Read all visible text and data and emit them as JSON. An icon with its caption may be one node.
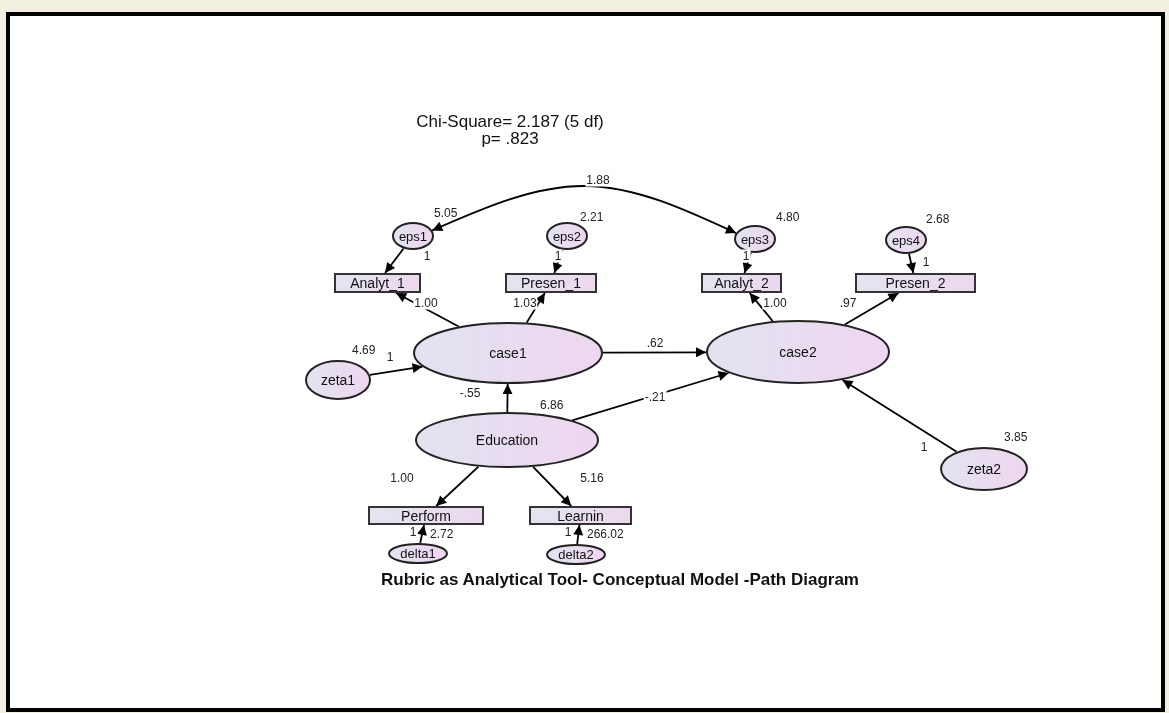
{
  "diagram": {
    "caption": "Rubric as Analytical Tool- Conceptual Model -Path Diagram",
    "nodes": [
      {
        "text": [
          "eps1"
        ],
        "beside": [
          "5.05"
        ]
      },
      {
        "text": [
          "eps2"
        ],
        "beside": [
          "2.21"
        ]
      },
      {
        "text": [
          "eps3"
        ],
        "beside": [
          "4.80"
        ]
      },
      {
        "text": [
          "eps4"
        ],
        "beside": [
          "2.68"
        ]
      },
      {
        "text": [
          "Analyt_1"
        ]
      },
      {
        "text": [
          "Presen_1"
        ]
      },
      {
        "text": [
          "Analyt_2"
        ]
      },
      {
        "text": [
          "Presen_2"
        ]
      },
      {
        "text": [
          "case1"
        ]
      },
      {
        "text": [
          "case2"
        ]
      },
      {
        "text": [
          "zeta1"
        ],
        "beside": [
          "4.69"
        ]
      },
      {
        "text": [
          "zeta2"
        ],
        "beside": [
          "3.85"
        ]
      },
      {
        "text": [
          "Education"
        ],
        "beside": [
          "6.86"
        ]
      },
      {
        "text": [
          "Perform"
        ]
      },
      {
        "text": [
          "Learnin"
        ]
      },
      {
        "text": [
          "delta1"
        ],
        "beside": [
          "2.72"
        ]
      },
      {
        "text": [
          "delta2"
        ],
        "beside": [
          "266.02"
        ]
      }
    ],
    "edges": [
      {
        "from": 0,
        "to": 4,
        "arrow": "to",
        "label": "1"
      },
      {
        "from": 1,
        "to": 5,
        "arrow": "to",
        "label": "1"
      },
      {
        "from": 2,
        "to": 6,
        "arrow": "to",
        "label": "1"
      },
      {
        "from": 3,
        "to": 7,
        "arrow": "to",
        "label": "1"
      },
      {
        "from": 8,
        "to": 4,
        "arrow": "to",
        "label": "1.00"
      },
      {
        "from": 8,
        "to": 5,
        "arrow": "to",
        "label": "1.03"
      },
      {
        "from": 9,
        "to": 6,
        "arrow": "to",
        "label": "1.00"
      },
      {
        "from": 9,
        "to": 7,
        "arrow": "to",
        "label": ".97"
      },
      {
        "from": 8,
        "to": 9,
        "arrow": "to",
        "label": ".62"
      },
      {
        "from": 10,
        "to": 8,
        "arrow": "to",
        "label": "1"
      },
      {
        "from": 11,
        "to": 9,
        "arrow": "to",
        "label": "1"
      },
      {
        "from": 12,
        "to": 8,
        "arrow": "to",
        "label": "-.55"
      },
      {
        "from": 12,
        "to": 9,
        "arrow": "to",
        "label": "-.21"
      },
      {
        "from": 12,
        "to": 13,
        "arrow": "to",
        "label": "1.00"
      },
      {
        "from": 12,
        "to": 14,
        "arrow": "to",
        "label": "5.16"
      },
      {
        "from": 15,
        "to": 13,
        "arrow": "to",
        "label": "1"
      },
      {
        "from": 16,
        "to": 14,
        "arrow": "to",
        "label": "1"
      },
      {
        "from": 2,
        "to": 0,
        "arrow": "both",
        "label": "1.88"
      }
    ],
    "labels": [
      "Chi-Square= 2.187 (5 df)",
      "p= .823"
    ]
  }
}
